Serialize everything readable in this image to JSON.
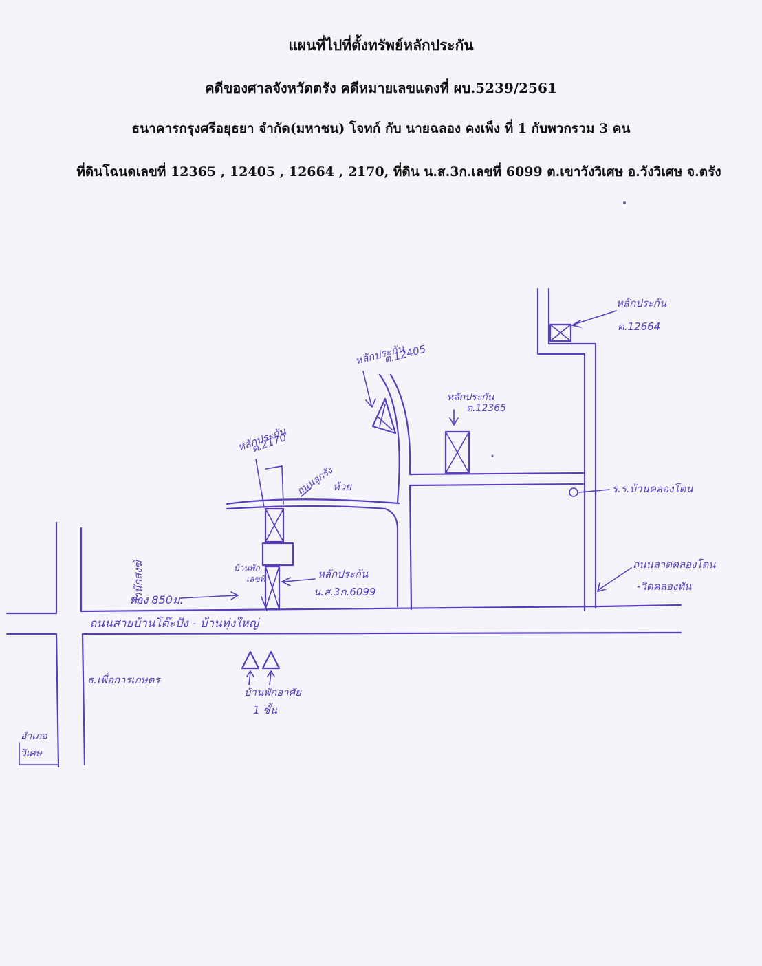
{
  "header": {
    "title": "แผนที่ไปที่ตั้งทรัพย์หลักประกัน",
    "case": "คดีของศาลจังหวัดตรัง คดีหมายเลขแดงที่ ผบ.5239/2561",
    "parties": "ธนาคารกรุงศรีอยุธยา จำกัด(มหาชน) โจทก์ กับ นายฉลอง คงเพ็ง ที่ 1 กับพวกรวม 3 คน",
    "parcels": "ที่ดินโฉนดเลขที่ 12365 , 12405 , 12664 , 2170, ที่ดิน น.ส.3ก.เลขที่ 6099  ต.เขาวังวิเศษ อ.วังวิเศษ จ.ตรัง"
  },
  "map": {
    "plot_12664": {
      "title": "หลักประกัน",
      "number": "ต.12664"
    },
    "plot_12405": {
      "title": "หลักประกัน",
      "number": "ต.12405"
    },
    "plot_12365": {
      "title": "หลักประกัน",
      "number": "ต.12365"
    },
    "plot_2170": {
      "title": "หลักประกัน",
      "number": "ต.2170"
    },
    "plot_6099": {
      "title": "หลักประกัน",
      "number": "น.ส.3ก.6099"
    },
    "lukrang_road": "ถนนลูกรัง",
    "creek": "ห้วย",
    "school": "ร.ร.บ้านคลองโตน",
    "khlong_ton_road": {
      "line1": "ถนนลาดคลองโตน",
      "line2": "-วิดคลองทัน"
    },
    "main_road": "ถนนสายบ้านโต๊ะปัง - บ้านทุ่งใหญ่",
    "distance": "ห่าง 850ม.",
    "house_near": {
      "line1": "บ้านพัก",
      "line2": "เลขที่"
    },
    "houses_south": {
      "line1": "บ้านพักอาศัย",
      "line2": "1 ชั้น"
    },
    "monastery": "สำนักสงฆ์",
    "bank": "ธ.เพื่อการเกษตร",
    "district": {
      "line1": "อำเภอ",
      "line2": "วิเศษ"
    }
  }
}
